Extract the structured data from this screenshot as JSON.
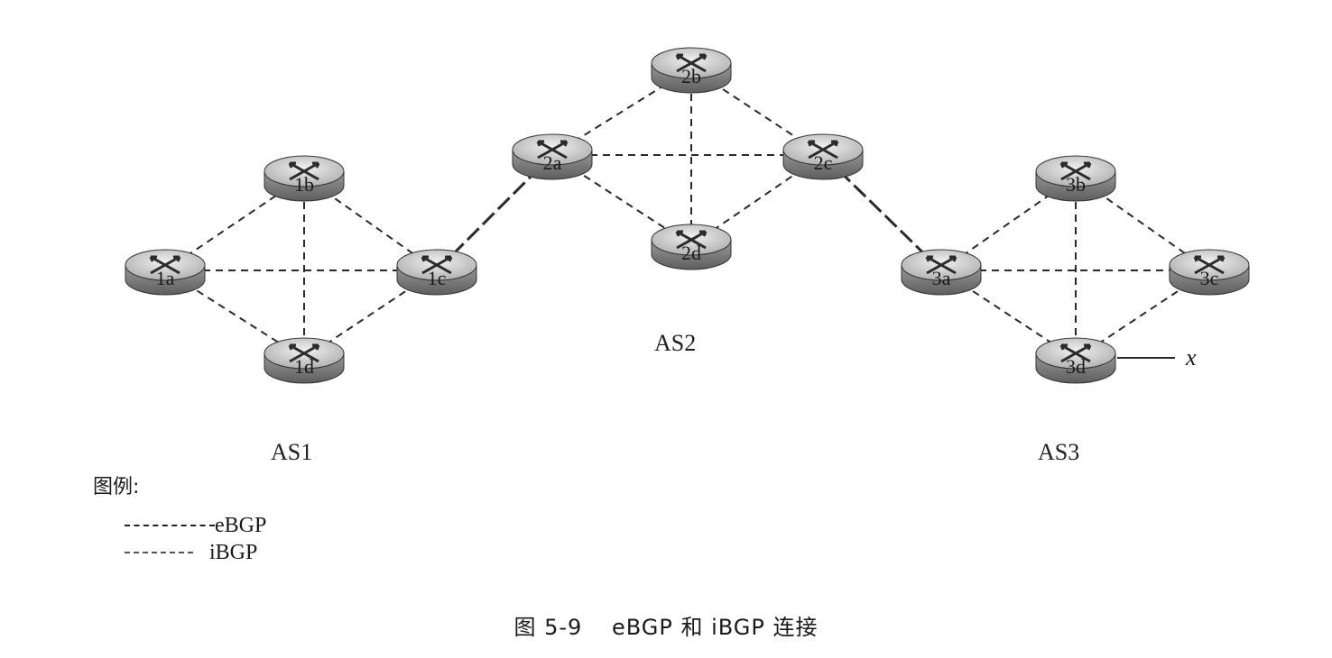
{
  "diagram": {
    "as_labels": {
      "as1": "AS1",
      "as2": "AS2",
      "as3": "AS3"
    },
    "routers": {
      "1a": "1a",
      "1b": "1b",
      "1c": "1c",
      "1d": "1d",
      "2a": "2a",
      "2b": "2b",
      "2c": "2c",
      "2d": "2d",
      "3a": "3a",
      "3b": "3b",
      "3c": "3c",
      "3d": "3d"
    },
    "external_label": "x",
    "ebgp_links": [
      [
        "1c",
        "2a"
      ],
      [
        "2c",
        "3a"
      ]
    ],
    "ibgp_links": [
      [
        "1a",
        "1b"
      ],
      [
        "1a",
        "1c"
      ],
      [
        "1a",
        "1d"
      ],
      [
        "1b",
        "1c"
      ],
      [
        "1b",
        "1d"
      ],
      [
        "1c",
        "1d"
      ],
      [
        "2a",
        "2b"
      ],
      [
        "2a",
        "2c"
      ],
      [
        "2a",
        "2d"
      ],
      [
        "2b",
        "2c"
      ],
      [
        "2b",
        "2d"
      ],
      [
        "2c",
        "2d"
      ],
      [
        "3a",
        "3b"
      ],
      [
        "3a",
        "3c"
      ],
      [
        "3a",
        "3d"
      ],
      [
        "3b",
        "3c"
      ],
      [
        "3b",
        "3d"
      ],
      [
        "3c",
        "3d"
      ]
    ]
  },
  "legend": {
    "title": "图例:",
    "ebgp_label": "eBGP",
    "ibgp_label": "iBGP"
  },
  "caption": {
    "figure_number": "图 5-9",
    "text": "eBGP 和 iBGP 连接"
  },
  "colors": {
    "router_body": "#8a8a8a",
    "router_top": "#d9d9d9",
    "line": "#2a2a2a"
  }
}
